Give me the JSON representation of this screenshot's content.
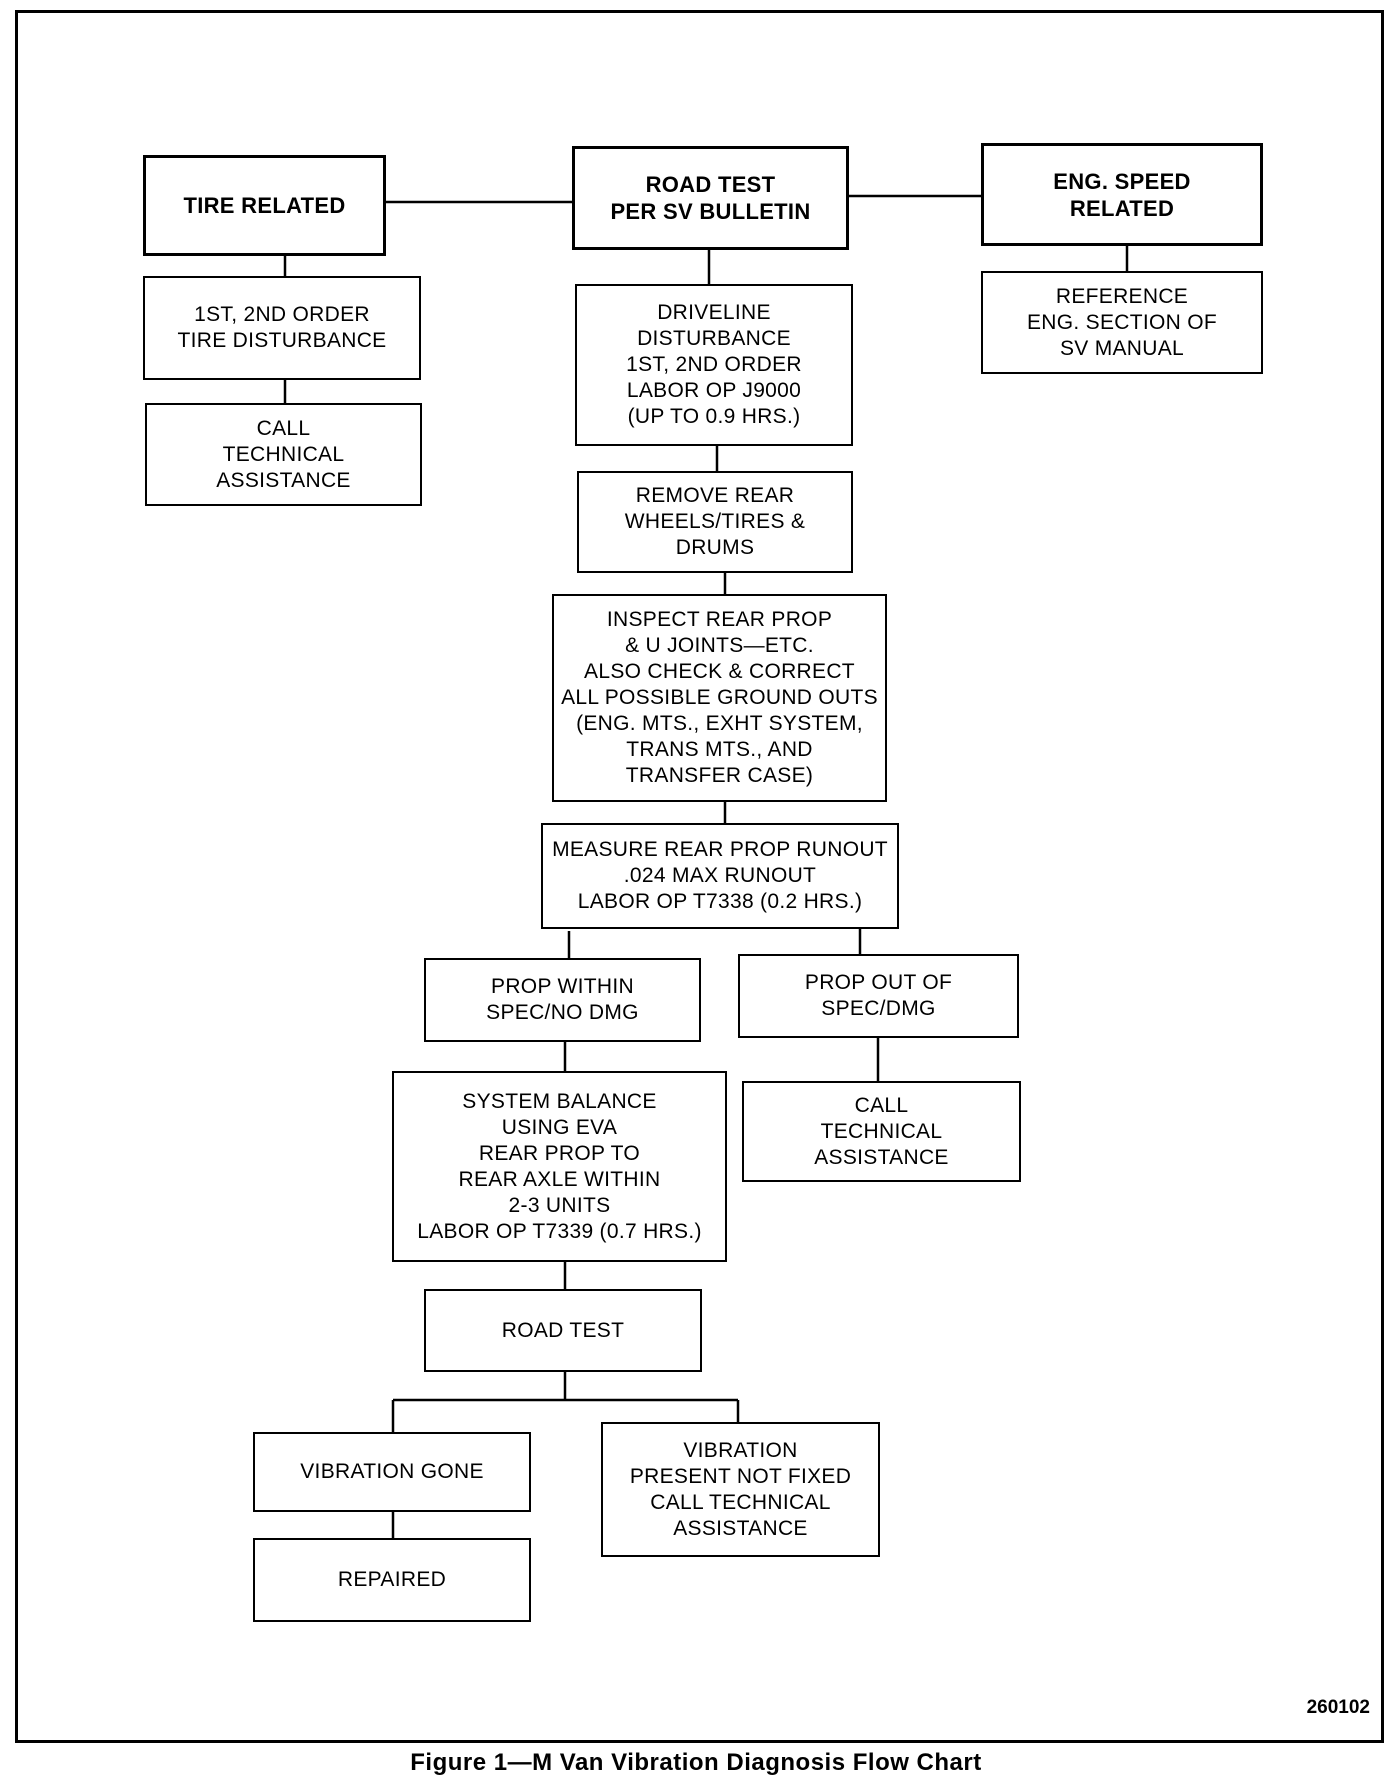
{
  "nodes": {
    "tire_related": "TIRE RELATED",
    "road_test_sv": "ROAD TEST\nPER SV BULLETIN",
    "eng_speed_related": "ENG. SPEED\nRELATED",
    "tire_disturbance": "1ST, 2ND ORDER\nTIRE DISTURBANCE",
    "call_tech_1": "CALL\nTECHNICAL\nASSISTANCE",
    "reference_eng": "REFERENCE\nENG. SECTION OF\nSV MANUAL",
    "driveline_disturbance": "DRIVELINE\nDISTURBANCE\n1ST, 2ND ORDER\nLABOR OP J9000\n(UP TO 0.9 HRS.)",
    "remove_rear_wheels": "REMOVE REAR\nWHEELS/TIRES &\nDRUMS",
    "inspect_rear_prop": "INSPECT REAR PROP\n& U JOINTS—ETC.\nALSO CHECK & CORRECT\nALL POSSIBLE GROUND OUTS\n(ENG. MTS., EXHT SYSTEM,\nTRANS MTS., AND\nTRANSFER CASE)",
    "measure_runout": "MEASURE REAR PROP RUNOUT\n.024 MAX RUNOUT\nLABOR OP T7338 (0.2 HRS.)",
    "prop_within_spec": "PROP WITHIN\nSPEC/NO DMG",
    "prop_out_of_spec": "PROP OUT OF\nSPEC/DMG",
    "system_balance": "SYSTEM BALANCE\nUSING EVA\nREAR PROP TO\nREAR AXLE WITHIN\n2-3 UNITS\nLABOR OP T7339 (0.7 HRS.)",
    "call_tech_2": "CALL\nTECHNICAL\nASSISTANCE",
    "road_test": "ROAD TEST",
    "vibration_gone": "VIBRATION GONE",
    "vibration_present": "VIBRATION\nPRESENT NOT FIXED\nCALL TECHNICAL\nASSISTANCE",
    "repaired": "REPAIRED"
  },
  "figure_number": "260102",
  "caption": "Figure 1—M Van Vibration Diagnosis Flow Chart"
}
